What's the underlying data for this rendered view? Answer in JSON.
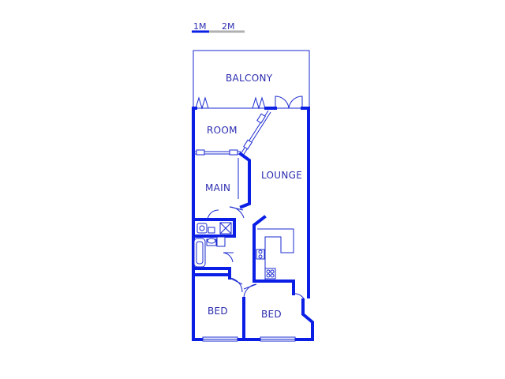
{
  "scale_bar": {
    "label_1": "1M",
    "label_2": "2M"
  },
  "rooms": {
    "balcony": "BALCONY",
    "room": "ROOM",
    "lounge": "LOUNGE",
    "main": "MAIN",
    "bed_left": "BED",
    "bed_right": "BED"
  },
  "colors": {
    "wall": "#0a1ee6",
    "line": "#1a2ad0",
    "text": "#2b2bb0",
    "background": "#ffffff"
  }
}
